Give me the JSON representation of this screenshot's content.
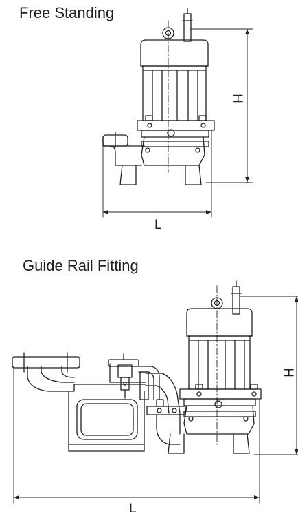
{
  "sections": {
    "free_standing": {
      "title": "Free Standing",
      "dim_height": "H",
      "dim_length": "L"
    },
    "guide_rail": {
      "title": "Guide Rail Fitting",
      "dim_height": "H",
      "dim_length": "L"
    }
  },
  "colors": {
    "line": "#231f20",
    "background": "#ffffff"
  }
}
